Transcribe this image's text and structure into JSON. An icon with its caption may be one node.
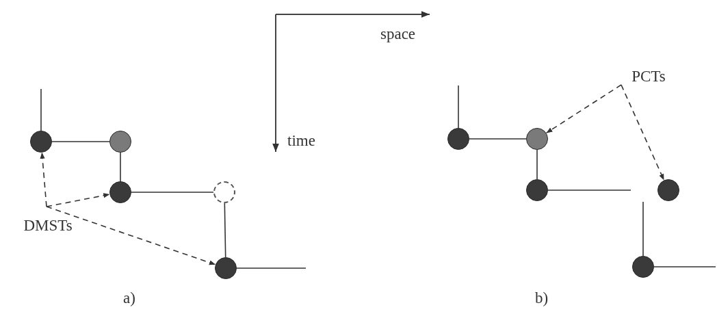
{
  "diagram": {
    "nodes": [
      {
        "text": [
          "DMSTs"
        ]
      },
      {
        "text": [],
        "shape": "circle"
      },
      {
        "text": [],
        "shape": "circle"
      },
      {
        "text": [],
        "shape": "circle"
      },
      {
        "text": [],
        "shape": "circle"
      },
      {
        "text": [],
        "shape": "circle"
      },
      {
        "text": [
          "PCTs"
        ]
      },
      {
        "text": [],
        "shape": "circle"
      },
      {
        "text": [],
        "shape": "circle"
      },
      {
        "text": [],
        "shape": "circle"
      },
      {
        "text": [],
        "shape": "circle"
      },
      {
        "text": [],
        "shape": "circle"
      }
    ],
    "edges": [
      {
        "from": 1,
        "to": 2,
        "arrow": "none"
      },
      {
        "from": 2,
        "to": 3,
        "arrow": "none"
      },
      {
        "from": 3,
        "to": 4,
        "arrow": "none"
      },
      {
        "from": 4,
        "to": 5,
        "arrow": "none"
      },
      {
        "from": 1,
        "to": null,
        "arrow": "none"
      },
      {
        "from": 5,
        "to": null,
        "arrow": "none"
      },
      {
        "from": 0,
        "to": 1,
        "arrow": "to",
        "style": "dashed"
      },
      {
        "from": 0,
        "to": 3,
        "arrow": "to",
        "style": "dashed"
      },
      {
        "from": 0,
        "to": 5,
        "arrow": "to",
        "style": "dashed"
      },
      {
        "from": 7,
        "to": 8,
        "arrow": "none"
      },
      {
        "from": 8,
        "to": 9,
        "arrow": "none"
      },
      {
        "from": 7,
        "to": null,
        "arrow": "none"
      },
      {
        "from": 9,
        "to": null,
        "arrow": "none"
      },
      {
        "from": 11,
        "to": null,
        "arrow": "none"
      },
      {
        "from": 11,
        "to": null,
        "arrow": "none"
      },
      {
        "from": 6,
        "to": 8,
        "arrow": "to",
        "style": "dashed"
      },
      {
        "from": 6,
        "to": 10,
        "arrow": "to",
        "style": "dashed"
      }
    ],
    "labels": [
      "space",
      "time",
      "a)",
      "b)"
    ]
  }
}
